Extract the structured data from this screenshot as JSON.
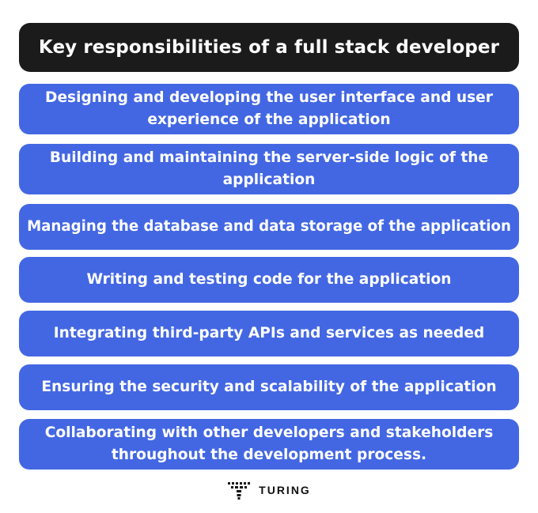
{
  "title": "Key responsibilities of a full stack developer",
  "responsibilities": [
    {
      "line1": "Designing and developing the user interface and user",
      "line2": "experience of the application"
    },
    {
      "line1": "Building and maintaining the server-side logic of the",
      "line2": "application"
    },
    {
      "line1": "Managing the database and data storage of the application",
      "line2": ""
    },
    {
      "line1": "Writing and testing code for the application",
      "line2": ""
    },
    {
      "line1": "Integrating third-party APIs and services as needed",
      "line2": ""
    },
    {
      "line1": "Ensuring the security and scalability of the application",
      "line2": ""
    },
    {
      "line1": "Collaborating with other developers and stakeholders",
      "line2": "throughout the development process."
    }
  ],
  "brand": {
    "name": "TURING",
    "logo_icon": "turing-logo-icon"
  },
  "colors": {
    "title_background": "#1b1b1b",
    "item_background": "#4367e3",
    "text_on_boxes": "#ffffff",
    "brand_text": "#111111"
  }
}
